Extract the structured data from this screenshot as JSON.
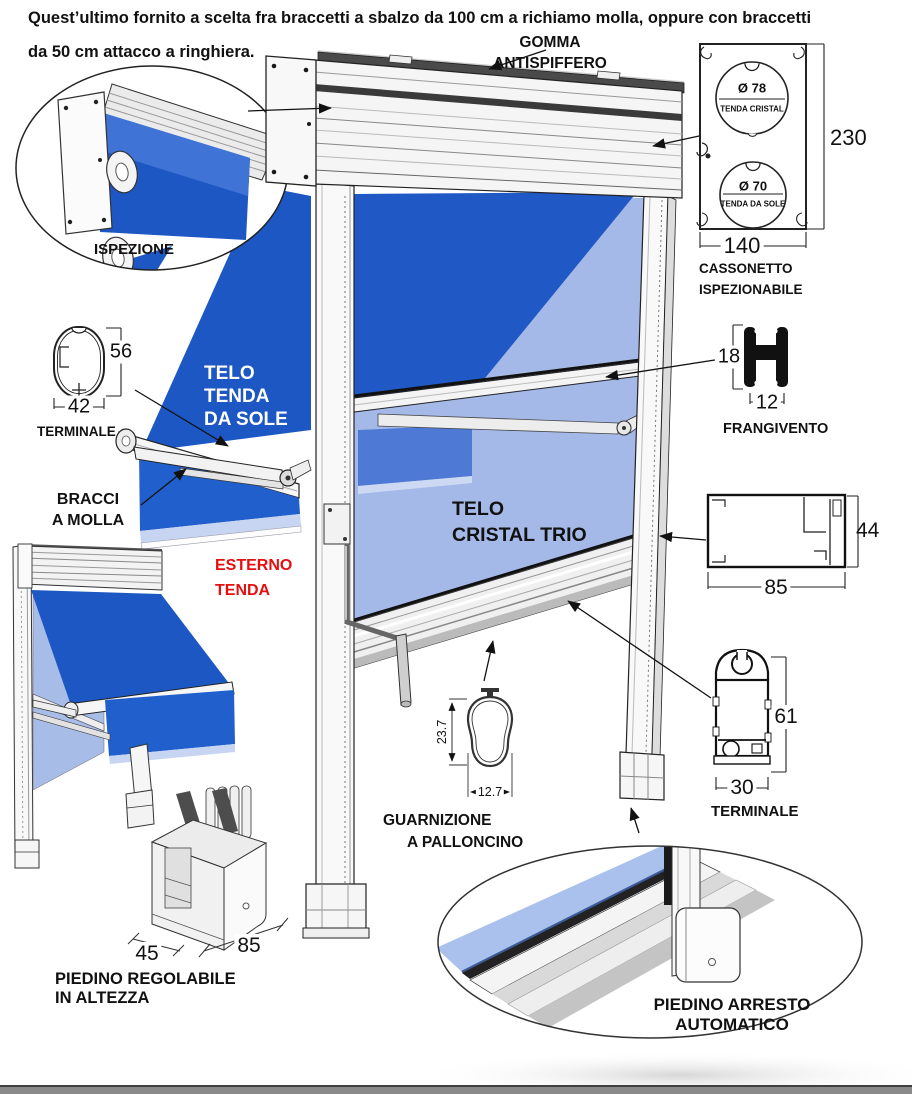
{
  "intro": {
    "text": "Quest’ultimo fornito a scelta fra braccetti a sbalzo da 100 cm a richiamo molla, oppure con braccetti\nda 50 cm attacco a ringhiera."
  },
  "callouts": {
    "gomma": "GOMMA\nANTISPIFFERO",
    "ispezione": "ISPEZIONE",
    "cassonetto": "CASSONETTO\nISPEZIONABILE",
    "terminale_top": "TERMINALE",
    "telo_tenda_da_sole": "TELO\nTENDA\nDA SOLE",
    "bracci_a_molla": "BRACCI\nA MOLLA",
    "esterno_tenda": "ESTERNO\nTENDA",
    "telo_cristal_trio": "TELO\nCRISTAL TRIO",
    "frangivento": "FRANGIVENTO",
    "guarnizione_line1": "GUARNIZIONE",
    "guarnizione_line2": "A PALLONCINO",
    "terminale_bottom": "TERMINALE",
    "piedino_regolabile": "PIEDINO REGOLABILE\nIN ALTEZZA",
    "piedino_arresto": "PIEDINO ARRESTO\nAUTOMATICO"
  },
  "dimensions": {
    "cassonetto_height": "230",
    "cassonetto_width": "140",
    "roller_top_diameter": "Ø 78",
    "roller_top_name": "TENDA CRISTAL",
    "roller_bottom_diameter": "Ø 70",
    "roller_bottom_name": "TENDA DA SOLE",
    "terminale_top_height": "56",
    "terminale_top_width": "42",
    "frangivento_height": "18",
    "frangivento_width": "12",
    "guida_height": "44",
    "guida_width": "85",
    "guarnizione_height": "23.7",
    "guarnizione_width": "12.7",
    "terminale_bottom_height": "61",
    "terminale_bottom_width": "30",
    "piedino_depth": "45",
    "piedino_width": "85"
  },
  "colors": {
    "fabric_dark": "#1d57c3",
    "valance": "#2160cc",
    "cristal": "#a4b9e7",
    "cristal_reflection": "#4e79d4",
    "red_label": "#e60f0f",
    "footer": "#8a8a8a"
  }
}
